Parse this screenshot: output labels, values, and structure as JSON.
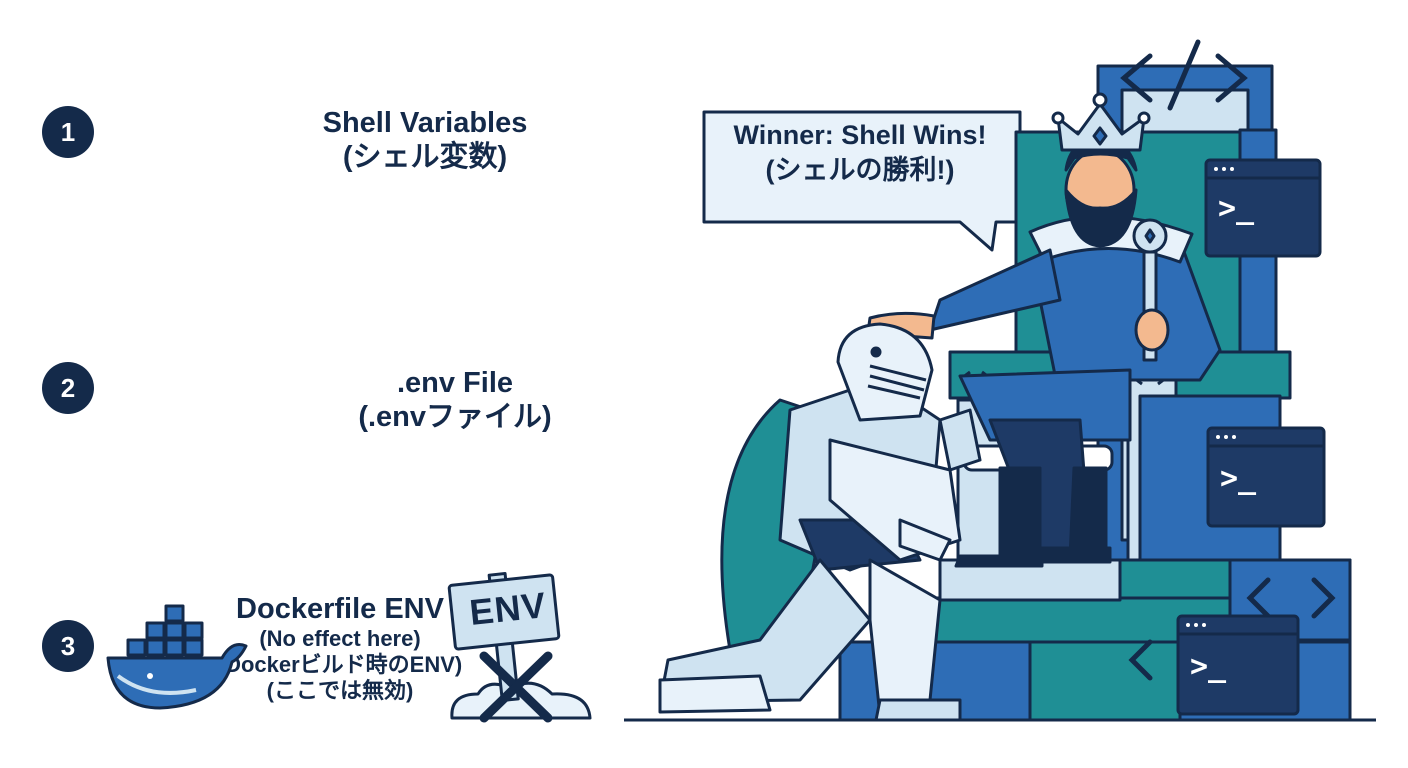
{
  "items": [
    {
      "number": "1",
      "title": "Shell Variables",
      "subtitle": "(シェル変数)"
    },
    {
      "number": "2",
      "title": ".env File",
      "subtitle": "(.envファイル)"
    },
    {
      "number": "3",
      "title": "Dockerfile ENV",
      "lines": [
        "(No effect here)",
        "(Dockerビルド時のENV)",
        "(ここでは無効)"
      ]
    }
  ],
  "speech_bubble": {
    "line1": "Winner: Shell Wins!",
    "line2": "(シェルの勝利!)"
  },
  "sign": {
    "text": "ENV"
  },
  "throne": {
    "code_symbol": "</>",
    "angle_symbol": "<>"
  },
  "terminals": [
    {
      "prompt": ">_"
    },
    {
      "prompt": ">_"
    },
    {
      "prompt": ">_"
    }
  ],
  "colors": {
    "navy": "#142a4a",
    "blue": "#2e6db6",
    "teal": "#1f8f95",
    "light_blue": "#cfe3f1",
    "pale": "#e8f2fa"
  },
  "icons": [
    "docker-whale-icon",
    "crown-icon",
    "scepter-icon",
    "terminal-icon",
    "code-brackets-icon",
    "cross-mark-icon"
  ]
}
